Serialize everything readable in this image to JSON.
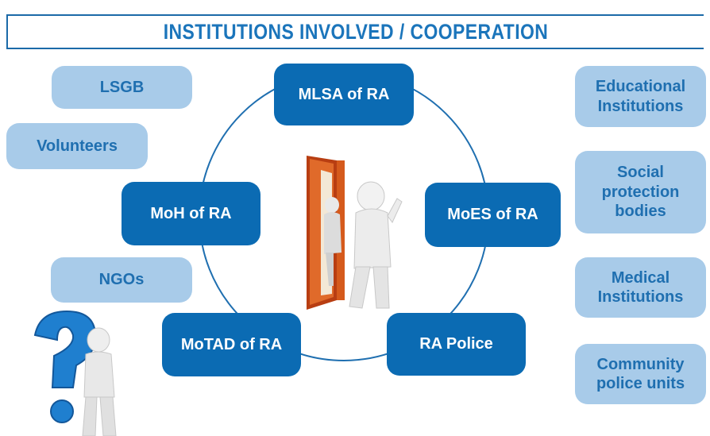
{
  "title": "INSTITUTIONS INVOLVED / COOPERATION",
  "colors": {
    "main_node": "#0b6bb3",
    "side_node": "#a8cbe9",
    "side_text": "#1f6fb0",
    "accent": "#1b75bb"
  },
  "main_nodes": [
    {
      "id": "mlsa",
      "label": "MLSA of RA"
    },
    {
      "id": "moes",
      "label": "MoES of RA"
    },
    {
      "id": "police",
      "label": "RA Police"
    },
    {
      "id": "motad",
      "label": "MoTAD of RA"
    },
    {
      "id": "moh",
      "label": "MoH of RA"
    }
  ],
  "left_nodes": [
    {
      "id": "lsgb",
      "label": "LSGB"
    },
    {
      "id": "volunteers",
      "label": "Volunteers"
    },
    {
      "id": "ngos",
      "label": "NGOs"
    }
  ],
  "right_nodes": [
    {
      "id": "educational",
      "label": "Educational\nInstitutions"
    },
    {
      "id": "social",
      "label": "Social\nprotection\nbodies"
    },
    {
      "id": "medical",
      "label": "Medical\nInstitutions"
    },
    {
      "id": "community",
      "label": "Community\npolice units"
    }
  ],
  "illustrations": [
    "door-figures-illustration",
    "question-mark-figure-illustration"
  ]
}
